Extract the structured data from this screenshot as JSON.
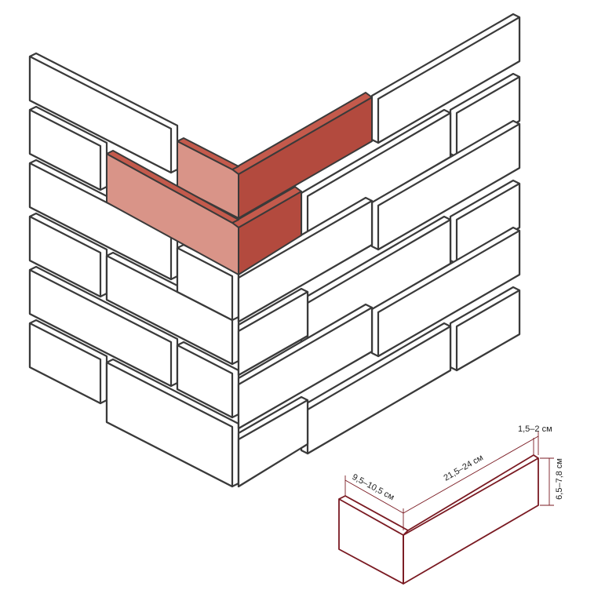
{
  "colors": {
    "brick_outline": "#3a3a3a",
    "brick_fill": "#ffffff",
    "accent_light": "#d99488",
    "accent_mid": "#c45a4c",
    "accent_dark": "#b34a3e",
    "detail_outline": "#7a1a22"
  },
  "wall": {
    "left_face": {
      "rows": [
        {
          "bricks": [
            {
              "id": "L1a",
              "type": "plain"
            },
            {
              "id": "L1b",
              "type": "plain"
            }
          ]
        },
        {
          "bricks": [
            {
              "id": "L2a",
              "type": "plain"
            },
            {
              "id": "L2b",
              "type": "accent-stretcher"
            }
          ]
        },
        {
          "bricks": [
            {
              "id": "L3a",
              "type": "plain"
            },
            {
              "id": "L3b",
              "type": "accent-header"
            }
          ]
        },
        {
          "bricks": [
            {
              "id": "L4a",
              "type": "plain"
            },
            {
              "id": "L4b",
              "type": "plain"
            }
          ]
        },
        {
          "bricks": [
            {
              "id": "L5a",
              "type": "plain"
            },
            {
              "id": "L5b",
              "type": "plain"
            }
          ]
        },
        {
          "bricks": [
            {
              "id": "L6a",
              "type": "plain"
            },
            {
              "id": "L6b",
              "type": "plain"
            }
          ]
        }
      ]
    },
    "right_face": {
      "rows": [
        {
          "bricks": [
            {
              "id": "R1a",
              "type": "plain"
            },
            {
              "id": "R1b",
              "type": "accent-corner"
            }
          ]
        },
        {
          "bricks": [
            {
              "id": "R2a",
              "type": "plain"
            },
            {
              "id": "R2b",
              "type": "plain"
            }
          ]
        },
        {
          "bricks": [
            {
              "id": "R3a",
              "type": "plain"
            },
            {
              "id": "R3b",
              "type": "plain"
            }
          ]
        },
        {
          "bricks": [
            {
              "id": "R4a",
              "type": "plain"
            },
            {
              "id": "R4b",
              "type": "plain"
            }
          ]
        },
        {
          "bricks": [
            {
              "id": "R5a",
              "type": "plain"
            },
            {
              "id": "R5b",
              "type": "plain"
            }
          ]
        },
        {
          "bricks": [
            {
              "id": "R6a",
              "type": "plain"
            },
            {
              "id": "R6b",
              "type": "plain"
            }
          ]
        }
      ]
    }
  },
  "detail": {
    "dim_thickness": "1,5–2 см",
    "dim_height": "6,5–7,8 см",
    "dim_length": "21,5–24 см",
    "dim_width": "9,5–10,5 см"
  }
}
